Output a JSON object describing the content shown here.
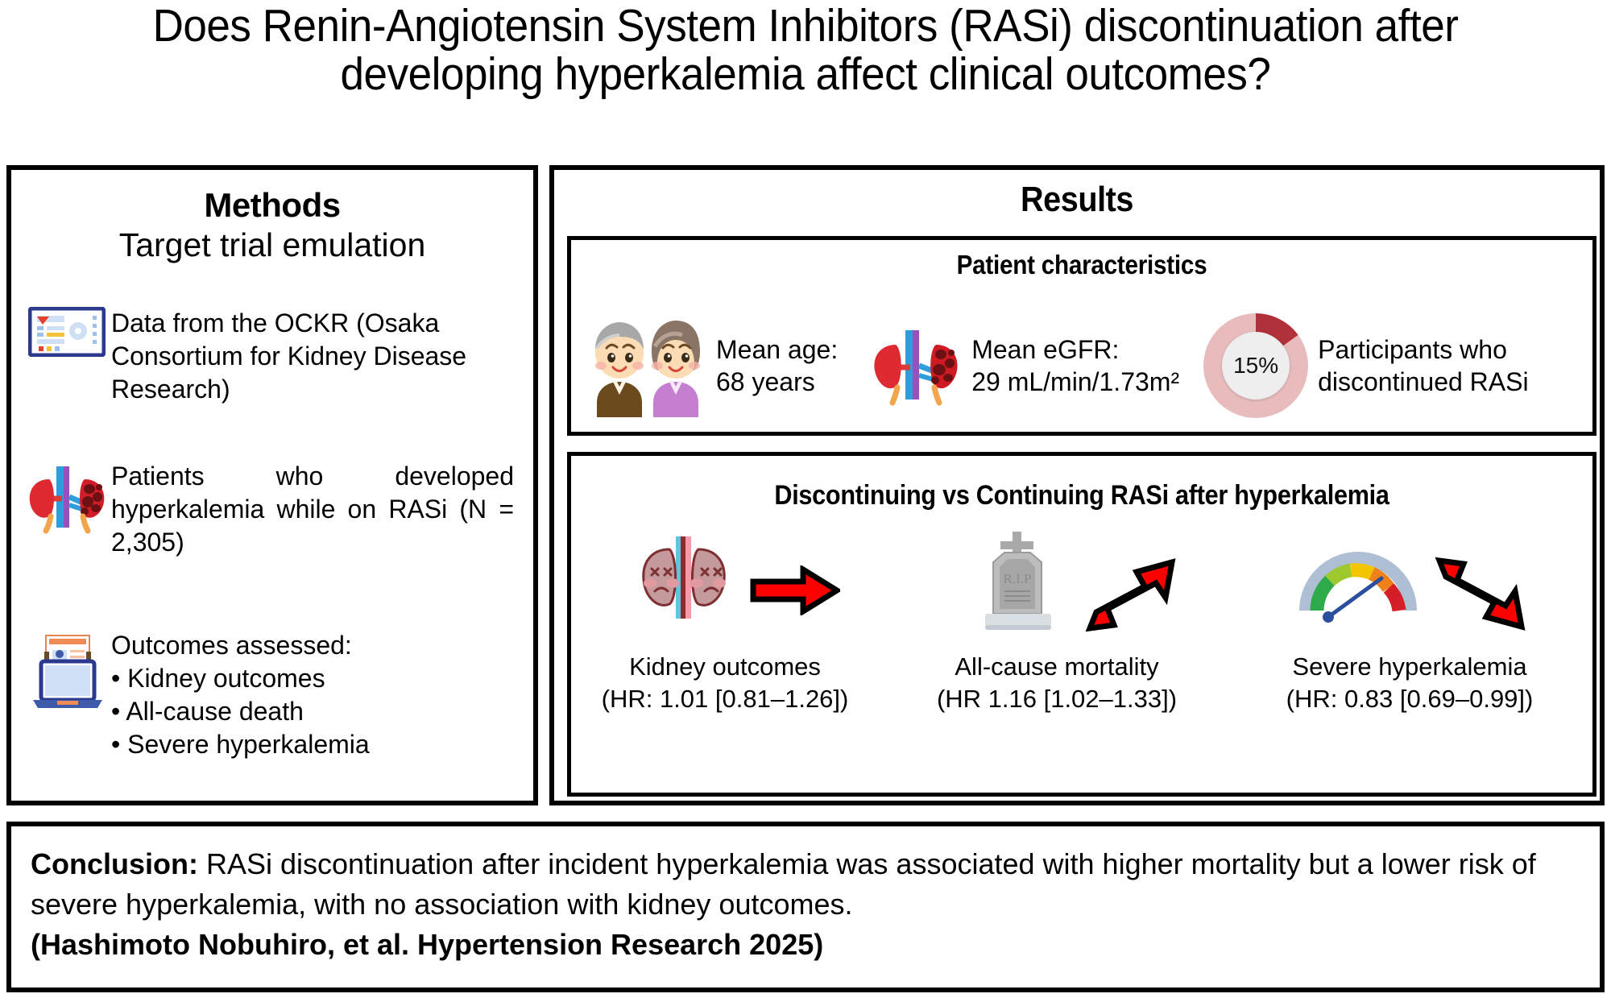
{
  "title": "Does Renin-Angiotensin System Inhibitors (RASi) discontinuation after developing hyperkalemia affect clinical outcomes?",
  "methods": {
    "heading": "Methods",
    "subheading": "Target trial emulation",
    "items": [
      {
        "icon": "data-dashboard-icon",
        "text": "Data from the OCKR (Osaka Consortium for Kidney Disease Research)"
      },
      {
        "icon": "kidneys-anatomy-icon",
        "text": "Patients who developed hyperkalemia while on RASi (N = 2,305)"
      },
      {
        "icon": "medical-record-laptop-icon",
        "text": "Outcomes assessed:",
        "bullets": [
          "• Kidney outcomes",
          "• All-cause death",
          "• Severe hyperkalemia"
        ]
      }
    ]
  },
  "results": {
    "heading": "Results",
    "patient_characteristics": {
      "heading": "Patient characteristics",
      "items": [
        {
          "icon": "elderly-couple-icon",
          "label": "Mean age:\n68 years",
          "line1": "Mean age:",
          "line2": "68 years"
        },
        {
          "icon": "kidneys-vessels-icon",
          "label": "Mean eGFR:\n29 mL/min/1.73m²",
          "line1": "Mean eGFR:",
          "line2": "29 mL/min/1.73m²"
        },
        {
          "icon": "donut-chart-icon",
          "donut_value": "15%",
          "donut_percent": 15,
          "line1": "Participants who",
          "line2": "discontinued RASi"
        }
      ]
    },
    "outcomes": {
      "heading": "Discontinuing vs Continuing RASi after hyperkalemia",
      "items": [
        {
          "icon": "sad-kidneys-icon",
          "arrow": "arrow-right-icon",
          "line1": "Kidney outcomes",
          "line2": "(HR: 1.01 [0.81–1.26])"
        },
        {
          "icon": "tombstone-icon",
          "arrow": "arrow-up-right-icon",
          "line1": "All-cause mortality",
          "line2": "(HR 1.16 [1.02–1.33])"
        },
        {
          "icon": "gauge-icon",
          "arrow": "arrow-down-right-icon",
          "line1": "Severe hyperkalemia",
          "line2": "(HR: 0.83 [0.69–0.99])"
        }
      ]
    }
  },
  "conclusion": {
    "label": "Conclusion:",
    "body": " RASi discontinuation after incident hyperkalemia was associated with higher mortality but a lower risk of severe hyperkalemia, with no association with kidney outcomes.",
    "citation": "(Hashimoto Nobuhiro, et al. Hypertension Research 2025)"
  },
  "colors": {
    "arrow_red": "#ff0000",
    "donut_track": "#e8bcbc",
    "donut_arc": "#b0313a",
    "panel_border": "#000000"
  }
}
